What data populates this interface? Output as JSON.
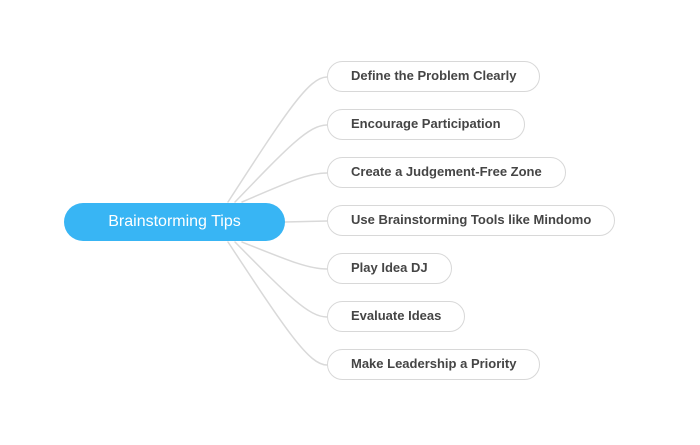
{
  "diagram": {
    "type": "mindmap",
    "root": {
      "label": "Brainstorming Tips"
    },
    "topics": [
      {
        "label": "Define the Problem Clearly"
      },
      {
        "label": "Encourage Participation"
      },
      {
        "label": "Create a Judgement-Free Zone"
      },
      {
        "label": "Use Brainstorming Tools like Mindomo"
      },
      {
        "label": "Play Idea DJ"
      },
      {
        "label": "Evaluate Ideas"
      },
      {
        "label": "Make Leadership a Priority"
      }
    ],
    "colors": {
      "root_fill": "#38b5f4",
      "root_text": "#ffffff",
      "topic_fill": "#ffffff",
      "topic_border": "#d8d8d8",
      "topic_text": "#454545",
      "connector": "#d9d9d9",
      "background": "#ffffff"
    }
  }
}
